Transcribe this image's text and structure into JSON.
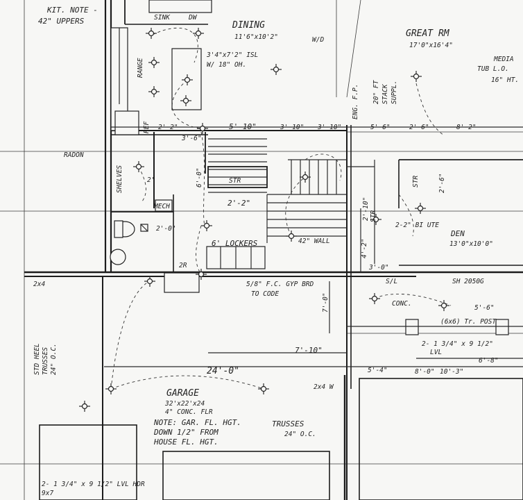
{
  "labels": {
    "kit_note_1": "KIT. NOTE -",
    "kit_note_2": "42\" UPPERS",
    "sink": "SINK",
    "dw": "DW",
    "dining_1": "DINING",
    "dining_2": "11'6\"x10'2\"",
    "range": "RANGE",
    "ref": "REF",
    "island_1": "3'4\"x7'2\" ISL",
    "island_2": "W/ 18\" OH.",
    "wd": "W/D",
    "eng_fp": "ENG. F.P.",
    "furn_1": "20\" FT",
    "furn_2": "STACK",
    "furn_3": "SUPPL.",
    "great_rm_1": "GREAT RM",
    "great_rm_2": "17'0\"x16'4\"",
    "media_1": "MEDIA",
    "media_2": "TUB L.O.",
    "media_3": "16\" HT.",
    "radon": "RADON",
    "shelves": "SHELVES",
    "mech": "MECH",
    "str_1": "STR",
    "str_2": "STR",
    "str_3": "STR",
    "lockers": "6' LOCKERS",
    "den_1": "DEN",
    "den_2": "13'0\"x10'0\"",
    "bi_ute": "2-2\" BI UTE",
    "garage_1": "GARAGE",
    "garage_2": "32'x22'x24",
    "garage_3": "4\" CONC. FLR",
    "note_1": "NOTE: GAR. FL. HGT.",
    "note_2": "DOWN 1/2\" FROM",
    "note_3": "HOUSE FL. HGT.",
    "trusses_1": "TRUSSES",
    "trusses_2": "24\" O.C.",
    "std_heel_1": "STD HEEL",
    "std_heel_2": "TRUSSES",
    "std_heel_3": "24\" O.C.",
    "fire_door_1": "5/8\" F.C. GYP BRD",
    "fire_door_2": "TO CODE",
    "hdr_1": "2- 1 3/4\" x 9 1/2\" LVL HDR",
    "hdr_2": "9x7",
    "post": "(6x6) Tr. POST",
    "lvl_1": "2- 1 3/4\" x 9 1/2\"",
    "lvl_2": "LVL",
    "conc": "CONC.",
    "wall_2x4_a": "2x4",
    "wall_2x4_b": "2x4 W",
    "sh": "SH 2050G",
    "sl": "S/L",
    "wall_42": "42\" WALL",
    "step": "2R",
    "d_5_10": "5'-10\"",
    "d_3_6": "3'-6\"",
    "d_2_2a": "2'-2\"",
    "d_2_2b": "2'-2\"",
    "d_3_10a": "3'-10\"",
    "d_3_10b": "3'-10\"",
    "d_5_6": "5'-6\"",
    "d_2_6": "2'-6\"",
    "d_8_2": "8'-2\"",
    "d_2_10": "2'-10\"",
    "d_24_0": "24'-0\"",
    "d_7_10": "7'-10\"",
    "d_7_0": "7'-0\"",
    "d_4_2": "4'-2\"",
    "d_6_8": "6'-8\"",
    "d_5_4": "5'-4\"",
    "d_10_3": "10'-3\"",
    "d_8_0": "8'-0\"",
    "d_5_6b": "5'-6\"",
    "d_3_0": "3'-0\"",
    "d_6_0": "6'-0\"",
    "d_2r": "2'",
    "d_2_0": "2'-0\"",
    "d_2_6b": "2'-6\""
  }
}
